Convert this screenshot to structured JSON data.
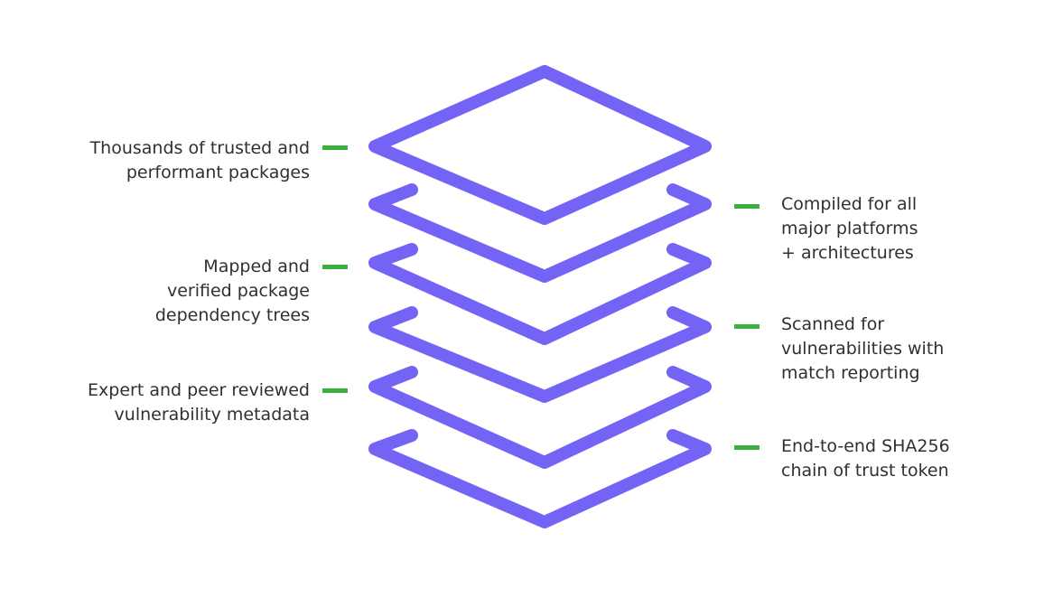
{
  "colors": {
    "layer_stroke": "#7464f5",
    "dash": "#3ab03e",
    "text": "#2f2f35",
    "background": "#ffffff"
  },
  "left_features": [
    {
      "lines": [
        "Thousands of trusted and",
        "performant packages"
      ]
    },
    {
      "lines": [
        "Mapped and",
        "verified package",
        "dependency trees"
      ]
    },
    {
      "lines": [
        "Expert and peer reviewed",
        "vulnerability metadata"
      ]
    }
  ],
  "right_features": [
    {
      "lines": [
        "Compiled for all",
        "major platforms",
        "+ architectures"
      ]
    },
    {
      "lines": [
        "Scanned for",
        "vulnerabilities with",
        "match reporting"
      ]
    },
    {
      "lines": [
        "End-to-end SHA256",
        "chain of trust token"
      ]
    }
  ]
}
